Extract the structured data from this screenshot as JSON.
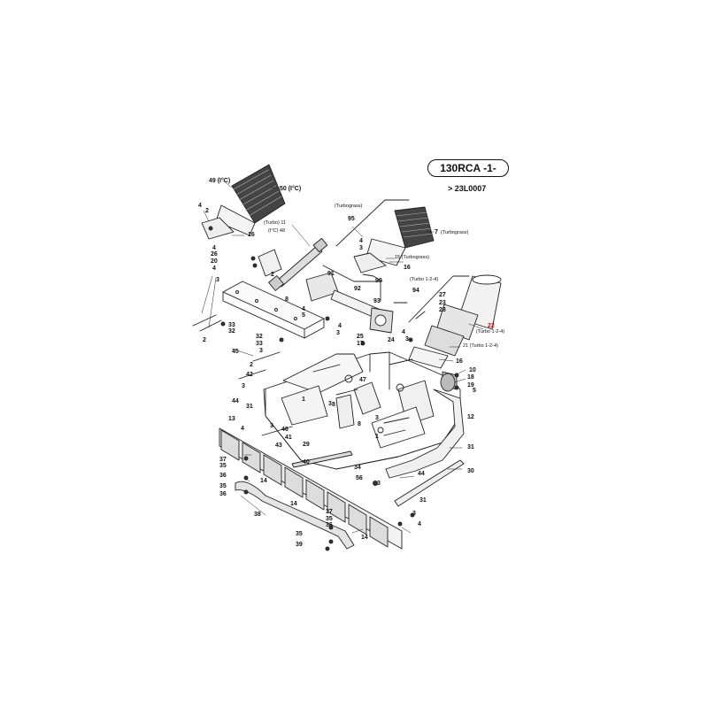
{
  "header": {
    "model": "130RCA -1-",
    "serial": "> 23L0007"
  },
  "callouts": {
    "c49": "49 (I°C)",
    "c50": "50 (I°C)",
    "c4a": "4",
    "c2a": "2",
    "c16a": "16",
    "turbo11": "(Turbo) 11",
    "ic48": "(I°C) 48",
    "turbograss": "(Turbograss)",
    "c95": "95",
    "c7": "7",
    "c7t": "(Turbograss)",
    "c4b": "4",
    "c3b": "3",
    "c15": "15 (Turbograss)",
    "c16b": "16",
    "c90": "90",
    "turbo124": "(Turbo 1-2-4)",
    "c94": "94",
    "c27": "27",
    "c23": "23",
    "c28": "28",
    "c22": "22",
    "c22t": "(Turbo 1-2-4)",
    "c21": "21 (Turbo 1-2-4)",
    "c4c": "4",
    "c3c": "3",
    "c16c": "16",
    "c4d": "4",
    "c26": "26",
    "c20": "20",
    "c4e": "4",
    "c2b": "2",
    "c3d": "3",
    "c8a": "8",
    "c91": "91",
    "c92": "92",
    "c93": "93",
    "c4f": "4",
    "c5a": "5",
    "c4g": "4",
    "c3e": "3",
    "c2c": "2",
    "c33a": "33",
    "c32a": "32",
    "c45": "45",
    "c32b": "32",
    "c33b": "33",
    "c3f": "3",
    "c25": "25",
    "c17": "17",
    "c24": "24",
    "c10": "10",
    "c18": "18",
    "c19": "19",
    "c5b": "5",
    "c2d": "2",
    "c42": "42",
    "c3g": "3",
    "c47": "47",
    "c44a": "44",
    "c1a": "1",
    "c3h": "3",
    "c8b": "8",
    "c12": "12",
    "c31a": "31",
    "c13": "13",
    "c4h": "4",
    "c3i": "3",
    "c46": "46",
    "c41": "41",
    "c43": "43",
    "c29": "29",
    "c8c": "8",
    "c3j": "3",
    "c1b": "1",
    "c31b": "31",
    "c37a": "37",
    "c35a": "35",
    "c36a": "36",
    "c35b": "35",
    "c36b": "36",
    "c14a": "14",
    "c40": "40",
    "c34": "34",
    "c56": "56",
    "c3k": "3",
    "c44b": "44",
    "c30": "30",
    "c31c": "31",
    "c14b": "14",
    "c38": "38",
    "c37b": "37",
    "c35c": "35",
    "c36c": "36",
    "c3l": "3",
    "c4i": "4",
    "c35d": "35",
    "c39": "39",
    "c14c": "14"
  }
}
